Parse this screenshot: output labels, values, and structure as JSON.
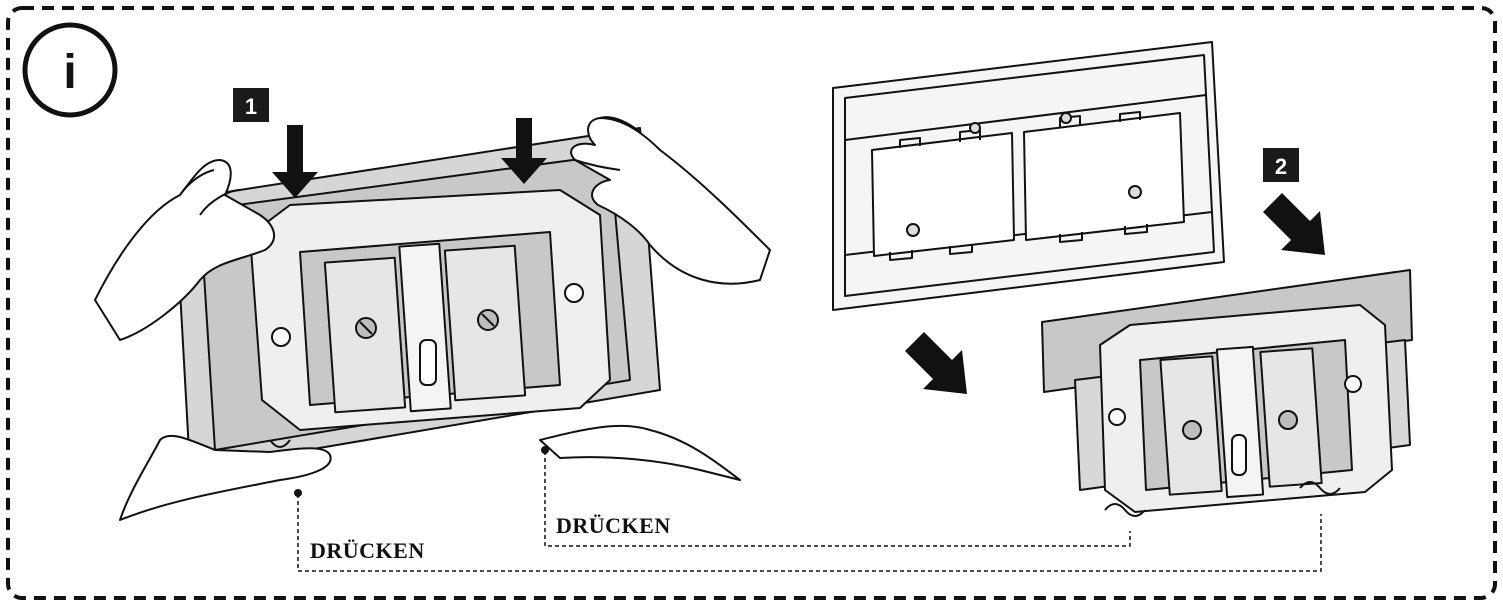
{
  "info_badge": {
    "glyph": "i",
    "icon": "info-icon"
  },
  "steps": [
    {
      "number": "1"
    },
    {
      "number": "2"
    }
  ],
  "labels": {
    "press_left": "DRÜCKEN",
    "press_right": "DRÜCKEN"
  },
  "colors": {
    "line": "#111111",
    "plate_fill": "#c8c8c8",
    "frame_fill": "#efefef",
    "badge_fill": "#1a1a1a"
  }
}
